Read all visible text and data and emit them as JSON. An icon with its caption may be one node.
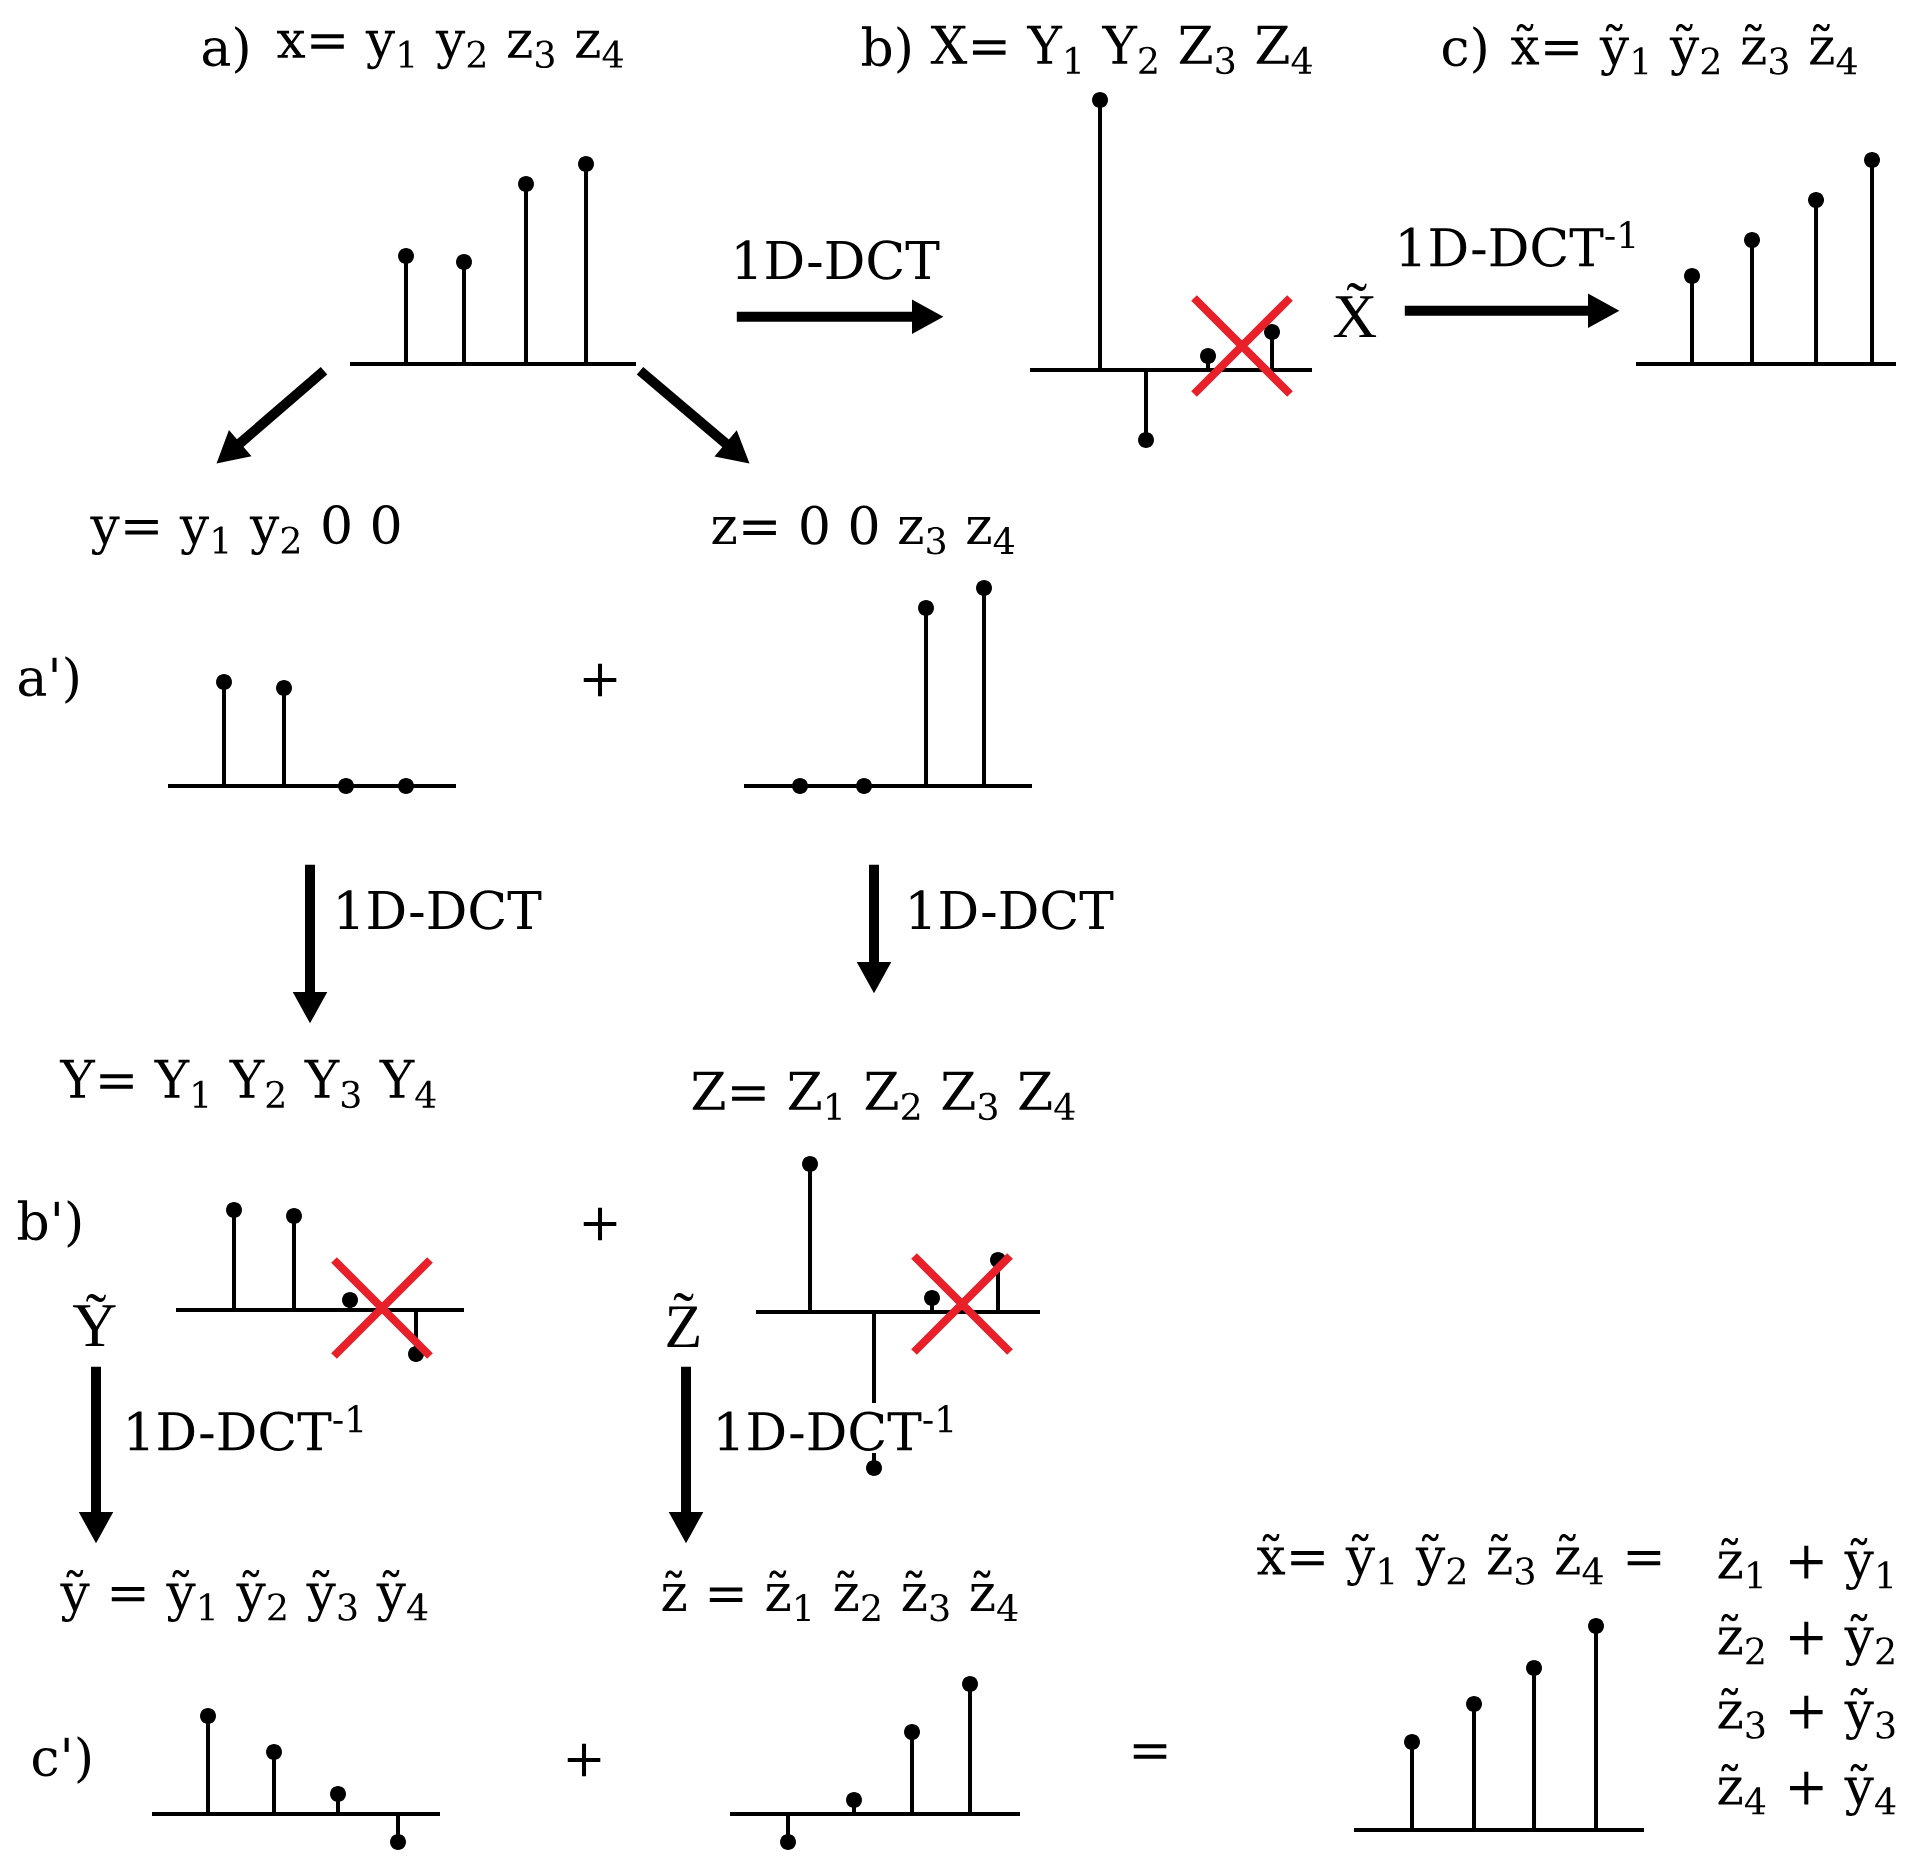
{
  "diagram": {
    "nodes": [
      {
        "text": [
          "a)",
          "x= y$_{1}$ y$_{2}$ z$_{3}$ z$_{4}$"
        ]
      },
      {
        "text": [
          "b)",
          "X= Y$_{1}$ Y$_{2}$ Z$_{3}$ Z$_{4}$",
          "X̃"
        ]
      },
      {
        "text": [
          "c)",
          "x̃= ỹ$_{1}$ ỹ$_{2}$ z̃$_{3}$ z̃$_{4}$"
        ]
      },
      {
        "text": [
          "y= y$_{1}$ y$_{2}$ 0 0",
          "a')"
        ]
      },
      {
        "text": [
          "z= 0 0 z$_{3}$ z$_{4}$"
        ]
      },
      {
        "text": [
          "Y= Y$_{1}$ Y$_{2}$ Y$_{3}$ Y$_{4}$",
          "b')",
          "Ỹ"
        ]
      },
      {
        "text": [
          "Z= Z$_{1}$ Z$_{2}$ Z$_{3}$ Z$_{4}$",
          "Z̃"
        ]
      },
      {
        "text": [
          "ỹ = ỹ$_{1}$ ỹ$_{2}$ ỹ$_{3}$ ỹ$_{4}$",
          "c')"
        ]
      },
      {
        "text": [
          "z̃ = z̃$_{1}$ z̃$_{2}$ z̃$_{3}$ z̃$_{4}$"
        ]
      },
      {
        "text": [
          "x̃= ỹ$_{1}$ ỹ$_{2}$ z̃$_{3}$ z̃$_{4}$ ="
        ],
        "beside": [
          "z̃$_{1}$ + ỹ$_{1}$",
          "z̃$_{2}$ + ỹ$_{2}$",
          "z̃$_{3}$ + ỹ$_{3}$",
          "z̃$_{4}$ + ỹ$_{4}$"
        ]
      }
    ],
    "edges": [
      {
        "from": 0,
        "to": 1,
        "arrow": "to",
        "label": "1D-DCT"
      },
      {
        "from": 1,
        "to": 2,
        "arrow": "to",
        "label": "1D-DCT$^{-1}$"
      },
      {
        "from": 0,
        "to": 3,
        "arrow": "to"
      },
      {
        "from": 0,
        "to": 4,
        "arrow": "to"
      },
      {
        "from": 3,
        "to": 5,
        "arrow": "to",
        "label": "1D-DCT"
      },
      {
        "from": 4,
        "to": 6,
        "arrow": "to",
        "label": "1D-DCT"
      },
      {
        "from": 5,
        "to": 7,
        "arrow": "to",
        "label": "1D-DCT$^{-1}$"
      },
      {
        "from": 6,
        "to": 8,
        "arrow": "to",
        "label": "1D-DCT$^{-1}$"
      }
    ],
    "labels": [
      "+",
      "+",
      "+",
      "="
    ]
  }
}
